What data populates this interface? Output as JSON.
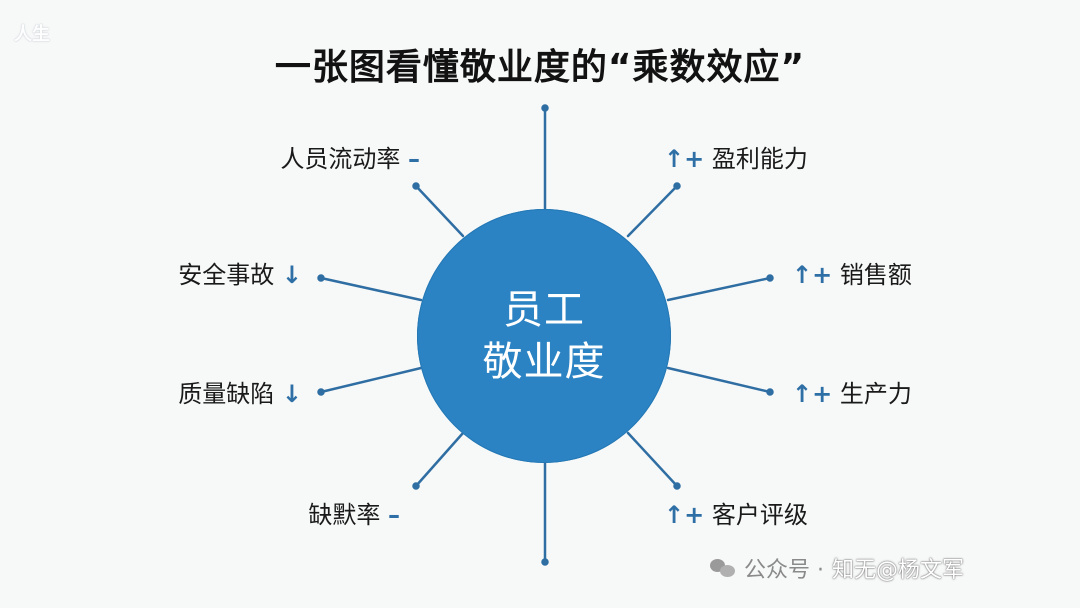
{
  "title": "一张图看懂敬业度的“乘数效应”",
  "corner_logo": "人生",
  "hub": {
    "line1": "员工",
    "line2": "敬业度"
  },
  "left_items": [
    {
      "text": "人员流动率",
      "mark": "–"
    },
    {
      "text": "安全事故",
      "mark": "↓"
    },
    {
      "text": "质量缺陷",
      "mark": "↓"
    },
    {
      "text": "缺默率",
      "mark": "–"
    }
  ],
  "right_items": [
    {
      "text": "盈利能力",
      "mark": "↑+"
    },
    {
      "text": "销售额",
      "mark": "↑+"
    },
    {
      "text": "生产力",
      "mark": "↑+"
    },
    {
      "text": "客户评级",
      "mark": "↑+"
    }
  ],
  "watermark": {
    "prefix": "公众号 ·",
    "author": "知无@杨文军"
  },
  "colors": {
    "hub": "#2b83c3",
    "rays": "#2f6ea3",
    "marks": "#2e6fa6"
  }
}
